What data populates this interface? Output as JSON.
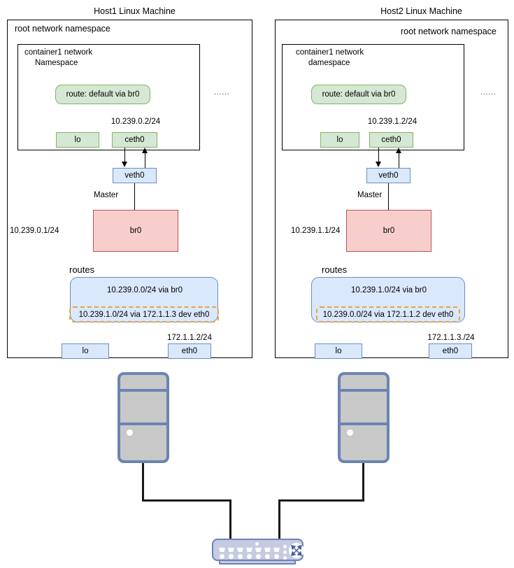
{
  "diagram": {
    "title_left": "Host1 Linux Machine",
    "title_right": "Host2 Linux Machine",
    "colors": {
      "green_fill": "#d5e8d4",
      "green_stroke": "#82b366",
      "blue_fill": "#dae8fc",
      "blue_stroke": "#6c8ebf",
      "pink_fill": "#f8cecc",
      "pink_stroke": "#b85450",
      "highlight_dashed": "#e8a33d",
      "device_stroke": "#6b84b4",
      "device_fill": "#c8c8c8",
      "cable": "#1a1a1a"
    }
  },
  "host1": {
    "title": "Host1 Linux Machine",
    "root_ns_label": "root network namespace",
    "container_ns_line1": "container1 network",
    "container_ns_line2": "Namespace",
    "container_route": "route: default via br0",
    "ellipsis": "......",
    "ceth0_ip": "10.239.0.2/24",
    "lo_label": "lo",
    "ceth0_label": "ceth0",
    "veth0_label": "veth0",
    "master_label": "Master",
    "br0_ip": "10.239.0.1/24",
    "br0_label": "br0",
    "routes_title": "routes",
    "route_1": "10.239.0.0/24 via br0",
    "route_2": "10.239.1.0/24 via 172.1.1.3 dev eth0",
    "eth0_ip": "172.1.1.2/24",
    "root_lo_label": "lo",
    "root_eth0_label": "eth0"
  },
  "host2": {
    "title": "Host2 Linux Machine",
    "root_ns_label": "root network namespace",
    "container_ns_line1": "container1 network",
    "container_ns_line2": "damespace",
    "container_route": "route: default via br0",
    "ellipsis": "......",
    "ceth0_ip": "10.239.1.2/24",
    "lo_label": "lo",
    "ceth0_label": "ceth0",
    "veth0_label": "veth0",
    "master_label": "Master",
    "br0_ip": "10.239.1.1/24",
    "br0_label": "br0",
    "routes_title": "routes",
    "route_1": "10.239.1.0/24 via br0",
    "route_2": "10.239.0.0/24 via 172.1.1.2 dev eth0",
    "eth0_ip": "172.1.1.3./24",
    "root_lo_label": "lo",
    "root_eth0_label": "eth0"
  },
  "physical": {
    "tower_left_name": "host1-tower",
    "tower_right_name": "host2-tower",
    "switch_name": "network-switch"
  }
}
